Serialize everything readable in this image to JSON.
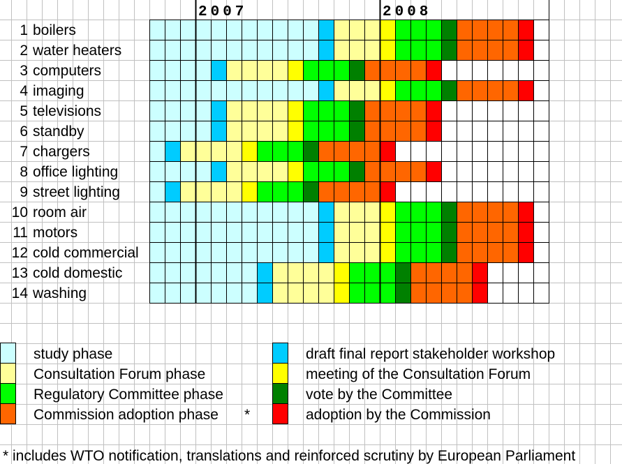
{
  "years": [
    {
      "label": "2007",
      "col": 3
    },
    {
      "label": "2008",
      "col": 15
    }
  ],
  "phase_colors": {
    "S": "#ccffff",
    "W": "#00ccff",
    "C": "#ffff99",
    "M": "#ffff00",
    "R": "#00ff00",
    "V": "#008000",
    "A": "#ff6600",
    "D": "#ff0000",
    "E": "#ffffff"
  },
  "rows": [
    {
      "num": "1",
      "name": "boilers",
      "schedule": "SSSSSSSSSSSWCCCMRRRVAAAADE"
    },
    {
      "num": "2",
      "name": "water heaters",
      "schedule": "SSSSSSSSSSSWCCCMRRRVAAAADE"
    },
    {
      "num": "3",
      "name": "computers",
      "schedule": "SSSSWCCCCMRRRVAAAADEEEEEEE"
    },
    {
      "num": "4",
      "name": "imaging",
      "schedule": "SSSSSSSSSSSWCCCMRRRVAAAADE"
    },
    {
      "num": "5",
      "name": "televisions",
      "schedule": "SSSSWCCCCMRRRVAAAADEEEEEEE"
    },
    {
      "num": "6",
      "name": "standby",
      "schedule": "SSSSWCCCCMRRRVAAAADEEEEEEE"
    },
    {
      "num": "7",
      "name": "chargers",
      "schedule": "SWCCCCMRRRVAAAADEEEEEEEEEE"
    },
    {
      "num": "8",
      "name": "office lighting",
      "schedule": "SSSSWCCCCMRRRVAAAADEEEEEEE"
    },
    {
      "num": "9",
      "name": "street lighting",
      "schedule": "SWCCCCMRRRVAAAADEEEEEEEEEE"
    },
    {
      "num": "10",
      "name": "room air",
      "schedule": "SSSSSSSSSSSWCCCMRRRVAAAADE"
    },
    {
      "num": "11",
      "name": "motors",
      "schedule": "SSSSSSSSSSSWCCCMRRRVAAAADE"
    },
    {
      "num": "12",
      "name": "cold commercial",
      "schedule": "SSSSSSSSSSSWCCCMRRRVAAAADE"
    },
    {
      "num": "13",
      "name": "cold domestic",
      "schedule": "SSSSSSSWCCCCMRRRVAAAADEEEE"
    },
    {
      "num": "14",
      "name": "washing",
      "schedule": "SSSSSSSWCCCCMRRRVAAAADEEEE"
    }
  ],
  "legend": [
    {
      "key": "S",
      "label": "study phase",
      "column": 0
    },
    {
      "key": "C",
      "label": "Consultation Forum phase",
      "column": 0
    },
    {
      "key": "R",
      "label": "Regulatory Committee phase",
      "column": 0
    },
    {
      "key": "A",
      "label": "Commission adoption phase",
      "column": 0,
      "marker": "*"
    },
    {
      "key": "W",
      "label": "draft final report stakeholder workshop",
      "column": 1
    },
    {
      "key": "M",
      "label": "meeting of the Consultation Forum",
      "column": 1
    },
    {
      "key": "V",
      "label": "vote by the Committee",
      "column": 1
    },
    {
      "key": "D",
      "label": "adoption by the Commission",
      "column": 1
    }
  ],
  "footnote": "* includes WTO notification, translations and reinforced scrutiny by European Parliament"
}
